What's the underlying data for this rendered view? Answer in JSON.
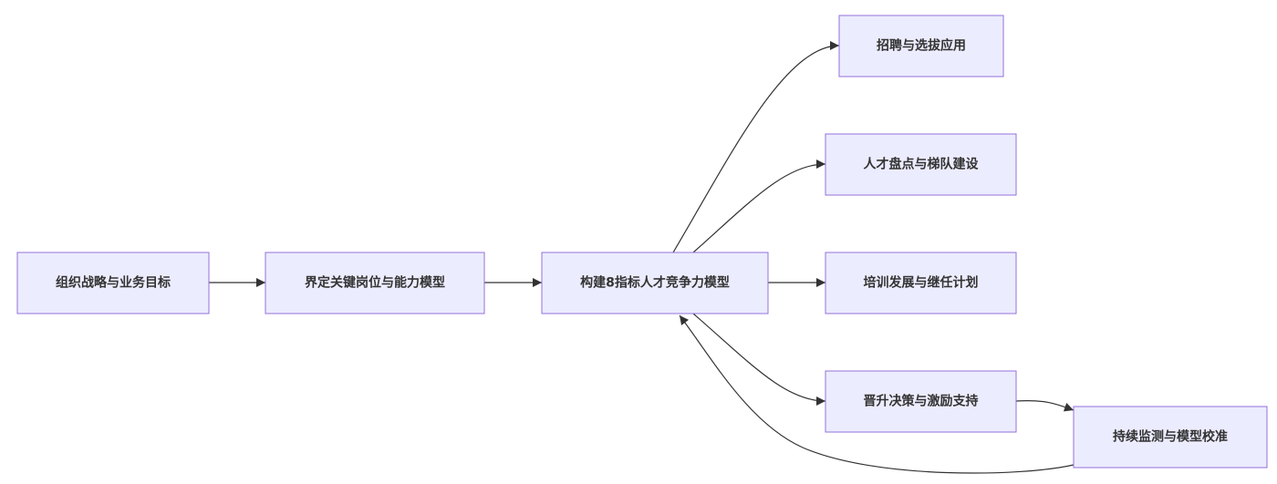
{
  "nodes": {
    "strategy": "组织战略与业务目标",
    "key_roles": "界定关键岗位与能力模型",
    "model": "构建8指标人才竞争力模型",
    "recruit": "招聘与选拔应用",
    "review": "人才盘点与梯队建设",
    "training": "培训发展与继任计划",
    "promotion": "晋升决策与激励支持",
    "monitor": "持续监测与模型校准"
  },
  "colors": {
    "node_fill": "#ECECFF",
    "node_stroke": "#9370DB",
    "edge": "#333333",
    "text": "#333333",
    "background": "#FFFFFF"
  }
}
